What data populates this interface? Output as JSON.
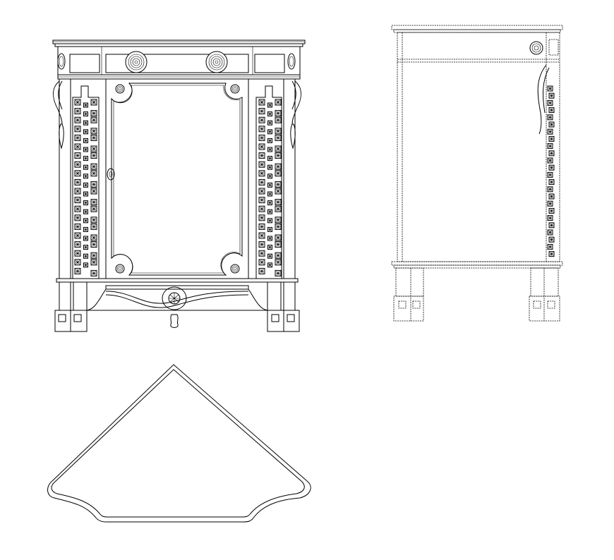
{
  "drawing": {
    "views": [
      "front-elevation",
      "side-elevation",
      "top-plan"
    ],
    "colors": {
      "background": "#ffffff",
      "line": "#000000"
    }
  }
}
